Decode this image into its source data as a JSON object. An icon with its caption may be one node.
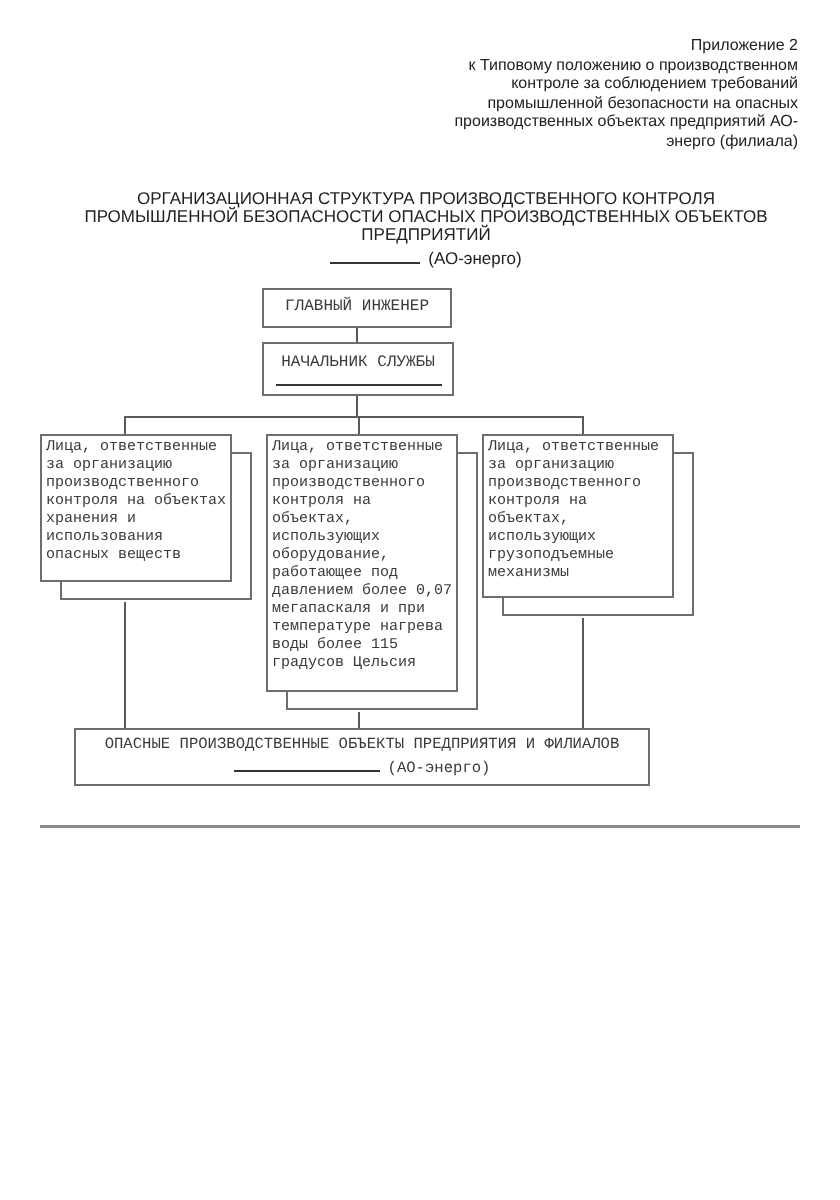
{
  "diagram": {
    "title": "ОРГАНИЗАЦИОННАЯ СТРУКТУРА ПРОИЗВОДСТВЕННОГО КОНТРОЛЯ ПРОМЫШЛЕННОЙ БЕЗОПАСНОСТИ ОПАСНЫХ ПРОИЗВОДСТВЕННЫХ ОБЪЕКТОВ ПРЕДПРИЯТИЙ",
    "nodes": [
      {
        "text": [
          "ГЛАВНЫЙ ИНЖЕНЕР"
        ]
      },
      {
        "text": [
          "НАЧАЛЬНИК СЛУЖБЫ"
        ]
      },
      {
        "text": [
          "Лица, ответственные за организацию производственного контроля на объектах хранения и использования опасных веществ"
        ]
      },
      {
        "text": [
          "Лица, ответственные за организацию производственного контроля на объектах, использующих оборудование, работающее под давлением более 0,07 мегапаскаля и при температуре нагрева воды более 115 градусов Цельсия"
        ]
      },
      {
        "text": [
          "Лица, ответственные за организацию производственного контроля на объектах, использующих грузоподъемные механизмы"
        ]
      },
      {
        "text": [
          "ОПАСНЫЕ ПРОИЗВОДСТВЕННЫЕ ОБЪЕКТЫ ПРЕДПРИЯТИЯ И ФИЛИАЛОВ",
          "(АО-энерго)"
        ]
      }
    ],
    "edges": [
      {
        "from": 0,
        "to": 1,
        "arrow": "none"
      },
      {
        "from": 1,
        "to": 2,
        "arrow": "none"
      },
      {
        "from": 1,
        "to": 3,
        "arrow": "none"
      },
      {
        "from": 1,
        "to": 4,
        "arrow": "none"
      },
      {
        "from": 2,
        "to": 5,
        "arrow": "none"
      },
      {
        "from": 3,
        "to": 5,
        "arrow": "none"
      },
      {
        "from": 4,
        "to": 5,
        "arrow": "none"
      }
    ],
    "labels": [
      "Приложение 2",
      "к Типовому положению о производственном контроле за соблюдением требований промышленной безопасности на опасных производственных объектах предприятий АО-энерго (филиала)",
      "(АО-энерго)"
    ]
  }
}
